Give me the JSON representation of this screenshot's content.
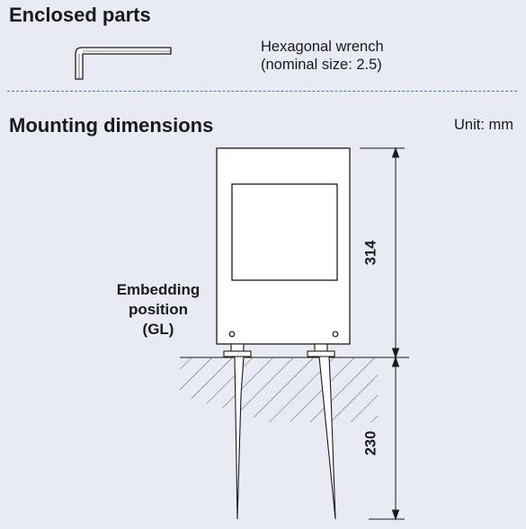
{
  "enclosed": {
    "title": "Enclosed parts",
    "wrench_line1": "Hexagonal wrench",
    "wrench_line2": "(nominal size: 2.5)",
    "icon": "hex-wrench-icon"
  },
  "mounting": {
    "title": "Mounting dimensions",
    "unit": "Unit: mm",
    "embed_line1": "Embedding",
    "embed_line2": "position",
    "embed_line3": "(GL)",
    "height_above": "314",
    "depth_below": "230"
  },
  "colors": {
    "background": "#e8ebf3",
    "divider": "#4b79b7",
    "line": "#1a1a1a"
  }
}
